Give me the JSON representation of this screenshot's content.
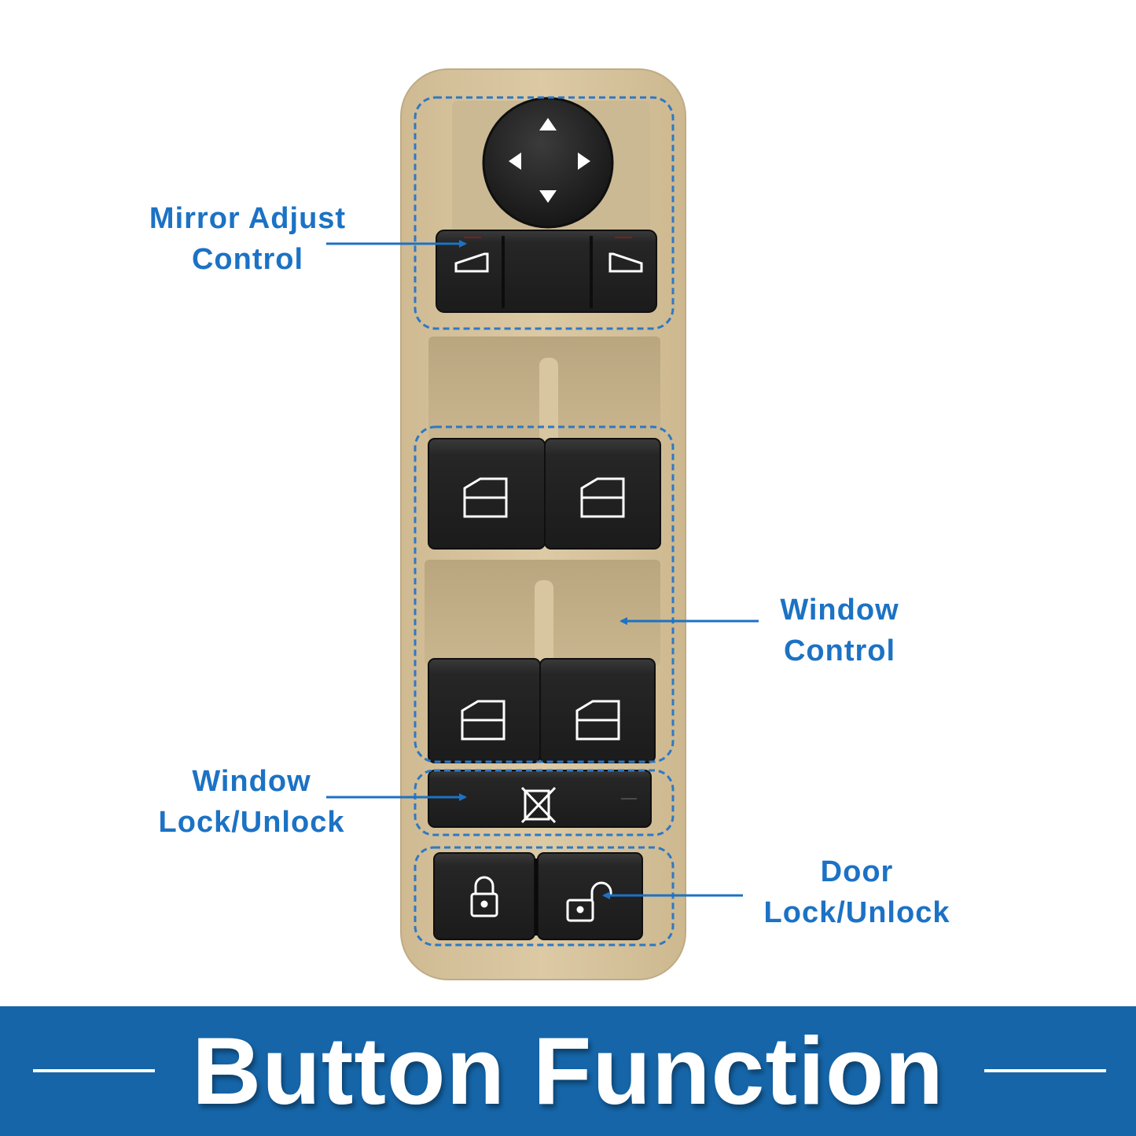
{
  "colors": {
    "accent": "#1c72c4",
    "banner": "#1565a8",
    "panel": "#d7c49d",
    "button": "#232323"
  },
  "callouts": {
    "mirror": {
      "line1": "Mirror Adjust",
      "line2": "Control"
    },
    "window": {
      "line1": "Window",
      "line2": "Control"
    },
    "window_lock": {
      "line1": "Window",
      "line2": "Lock/Unlock"
    },
    "door_lock": {
      "line1": "Door",
      "line2": "Lock/Unlock"
    }
  },
  "banner": {
    "title": "Button Function"
  },
  "icons": [
    "mirror-joystick-icon",
    "mirror-left-icon",
    "mirror-right-icon",
    "window-icon",
    "window-lock-icon",
    "lock-icon",
    "unlock-icon"
  ]
}
